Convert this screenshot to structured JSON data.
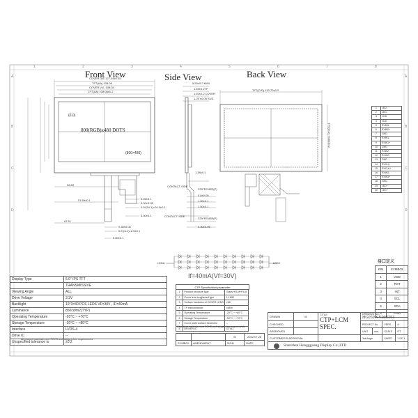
{
  "views": {
    "front": "Front View",
    "side": "Side View",
    "back": "Back View"
  },
  "front_view": {
    "resolution": "800(RGB)x480 DOTS",
    "origin": "(0,0)",
    "end": "(800×480)",
    "dim_top_1": "COVER DIE 127.34±0.05",
    "dim_top_2": "TFT(AA) 108.08",
    "dim_top_3": "COVER V.A. 108.04",
    "dim_top_4": "TFT(AA) 108.08±0.2",
    "dim_bottom_1": "96.69",
    "dim_bottom_2": "57.69±0.1",
    "dim_left": "67.51",
    "fpc_label_1": "6.25±0.1",
    "fpc_label_2": "0.30±0.05",
    "fpc_label_3": "0.5*(54-1)=26.5±0.1",
    "fpc_label_4": "3.50±0.1",
    "fpc_label_5": "0.35±0.05",
    "fpc_label_6": "0.5*(6-1)=2.5±0.1",
    "fpc_label_7": "5.50±0.1"
  },
  "side_view": {
    "dim_1": "5.53±0.2 MAX",
    "dim_2": "1.45±0.2TP",
    "dim_3": "1.10±0.2 COVER",
    "dim_4": "1.25 ±0.05 SUS",
    "dim_5": "1.38±0.1",
    "contact_side": "CONTACT SIDE",
    "stiffener": "STIFFENER(P)",
    "d1": "0.8±0.05",
    "d2": "1.50±0.1",
    "d3": "1.50±0.1",
    "contact_side_2": "CONTACT SIDE",
    "stiffener_2": "STIFFENER(P)",
    "d4": "0.30±0.05"
  },
  "back_view": {
    "dim_top": "TFT(O.D) 120.70±0.2",
    "dim_left": "TFT(O.D) 75.80±0.2"
  },
  "led": {
    "current": "If=40mA(Vf=30V)",
    "anode": "LEDA",
    "cathode": "LEDK"
  },
  "spec": [
    [
      "Display Type",
      "5.0\" IPS TFT"
    ],
    [
      "",
      "TRANSMISSIVE"
    ],
    [
      "Viewing Angle",
      "ALL"
    ],
    [
      "Drive Voltage",
      "3.3V"
    ],
    [
      "Backlight",
      "10*3=30 PCS LEDS  VF=30V , IF=40mA"
    ],
    [
      "Luminance",
      "850cd/m2(TYP)"
    ],
    [
      "Operating Temperature",
      "-20°C ~ +70°C"
    ],
    [
      "Storage Temperature",
      "-30°C ~ +80°C"
    ],
    [
      "Interface",
      "LVDS-4"
    ],
    [
      "Drive IC",
      "--"
    ],
    [
      "Unspecified tolerance is",
      "±0.2"
    ]
  ],
  "spec_footer": "All product materials meet ROHS and halogen-free requirements",
  "ctp": {
    "title": "CTP Specification parameter",
    "rows": [
      [
        "1",
        "Product structure type",
        "Glass+FILM+FILM"
      ],
      [
        "2",
        "Cover lens toughened type",
        "1.1MM"
      ],
      [
        "3",
        "Surface hardness of COVER LENS",
        "≥6H"
      ],
      [
        "4",
        "TP transmittance",
        "≥85%"
      ],
      [
        "5",
        "Operating Temperature",
        "-20°C ~ +60°C"
      ],
      [
        "6",
        "Storage Temperature",
        "-30°C ~ +70°C"
      ],
      [
        "7",
        "Cover plate surface treatment",
        "--"
      ],
      [
        "8",
        "DRIVER IC",
        "GT911"
      ]
    ],
    "footer": "All product materials meet ROHS and halogen-free requirements"
  },
  "revision": {
    "date": "2022.07.26",
    "symbol": "SYMBOL",
    "amendment": "AMENDMENT",
    "sign": "SIGN",
    "date_label": "DATE",
    "rev": "M"
  },
  "title_block": {
    "drawn": "DRAWN",
    "drawn_val": "M",
    "checked": "CHECKED",
    "approved": "APPROVED",
    "title_label": "TITLE",
    "title": "CTP+LCM",
    "title2": "SPEC.",
    "drawing_no_label": "DRAWING NO.",
    "drawing_no": "HG050WV008T01",
    "project_no": "PROJECT No.",
    "vers": "VERS",
    "vers_val": "A",
    "unit": "UNIT",
    "unit_val": "mm",
    "scale": "SCALE",
    "scale_val": "FIT",
    "angle": "3rd Angle",
    "sheet": "SHEET",
    "sheet_val": "1 OF 1",
    "customer": "CUSTOMER'S APPROVAL",
    "company": "Shenzhen Honggguang Display Co.,LTD"
  },
  "pins": [
    [
      "1",
      "LED-"
    ],
    [
      "2",
      "LED-"
    ],
    [
      "3",
      "VDD"
    ],
    [
      "4",
      "VDD"
    ],
    [
      "5",
      "RXIN0-"
    ],
    [
      "6",
      "RXIN0+"
    ],
    [
      "7",
      "GND"
    ],
    [
      "8",
      "RXIN1-"
    ],
    [
      "9",
      "RXIN1+"
    ],
    [
      "10",
      "GND"
    ],
    [
      "11",
      "RXIN2-"
    ],
    [
      "12",
      "RXIN2+"
    ],
    [
      "13",
      "GND"
    ],
    [
      "14",
      "RXCLK-"
    ],
    [
      "15",
      "RXCLK+"
    ],
    [
      "16",
      "RXIN3-"
    ],
    [
      "17",
      "RXIN3+"
    ],
    [
      "18",
      "GND"
    ],
    [
      "19",
      "LED+"
    ],
    [
      "20",
      "LED+"
    ]
  ],
  "ctp_interface": {
    "title": "接口定义",
    "pin": "PIN",
    "symbol": "SYMBOL",
    "rows": [
      [
        "1",
        "VDD"
      ],
      [
        "2",
        "RST"
      ],
      [
        "3",
        "INT"
      ],
      [
        "4",
        "SCL"
      ],
      [
        "5",
        "SDA"
      ],
      [
        "6",
        "GND"
      ]
    ]
  },
  "border_letters": [
    "A",
    "B",
    "C",
    "D"
  ],
  "border_numbers": [
    "1",
    "2",
    "3",
    "4",
    "5",
    "6",
    "7",
    "8"
  ],
  "colors": {
    "line": "#666666",
    "text": "#222222",
    "paper": "#ffffff"
  }
}
